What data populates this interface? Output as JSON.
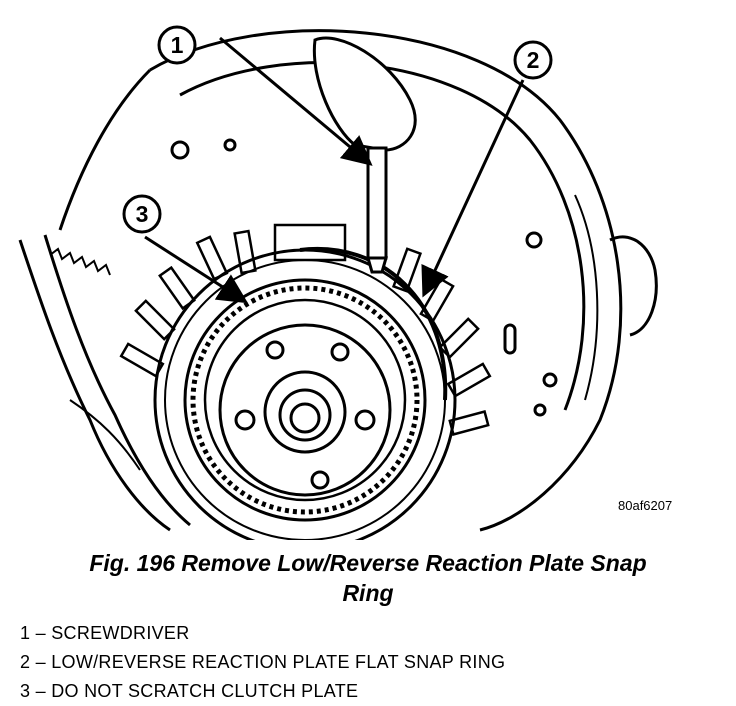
{
  "figure": {
    "id_code": "80af6207",
    "callouts": [
      "1",
      "2",
      "3"
    ]
  },
  "caption": {
    "line1": "Fig. 196 Remove Low/Reverse Reaction Plate Snap",
    "line2": "Ring"
  },
  "legend": [
    {
      "text": "1  –  SCREWDRIVER"
    },
    {
      "text": "2  –  LOW/REVERSE REACTION PLATE FLAT SNAP RING"
    },
    {
      "text": "3  –  DO NOT SCRATCH CLUTCH PLATE"
    }
  ]
}
